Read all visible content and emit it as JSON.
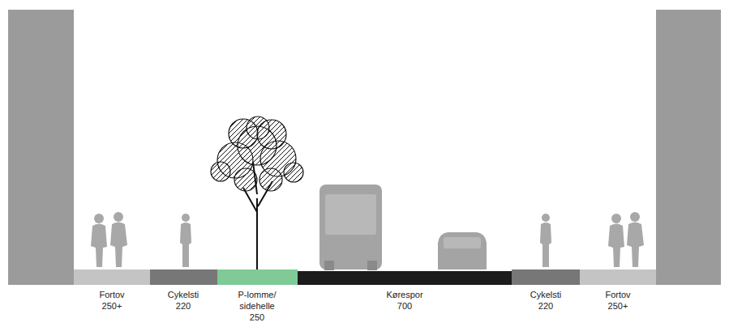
{
  "diagram": {
    "labels": [
      "Fortov 250+",
      "Cykelsti 220",
      "P-lomme/ sidehelle 250",
      "Kørespor 700",
      "Cykelsti 220",
      "Fortov 250+"
    ]
  }
}
